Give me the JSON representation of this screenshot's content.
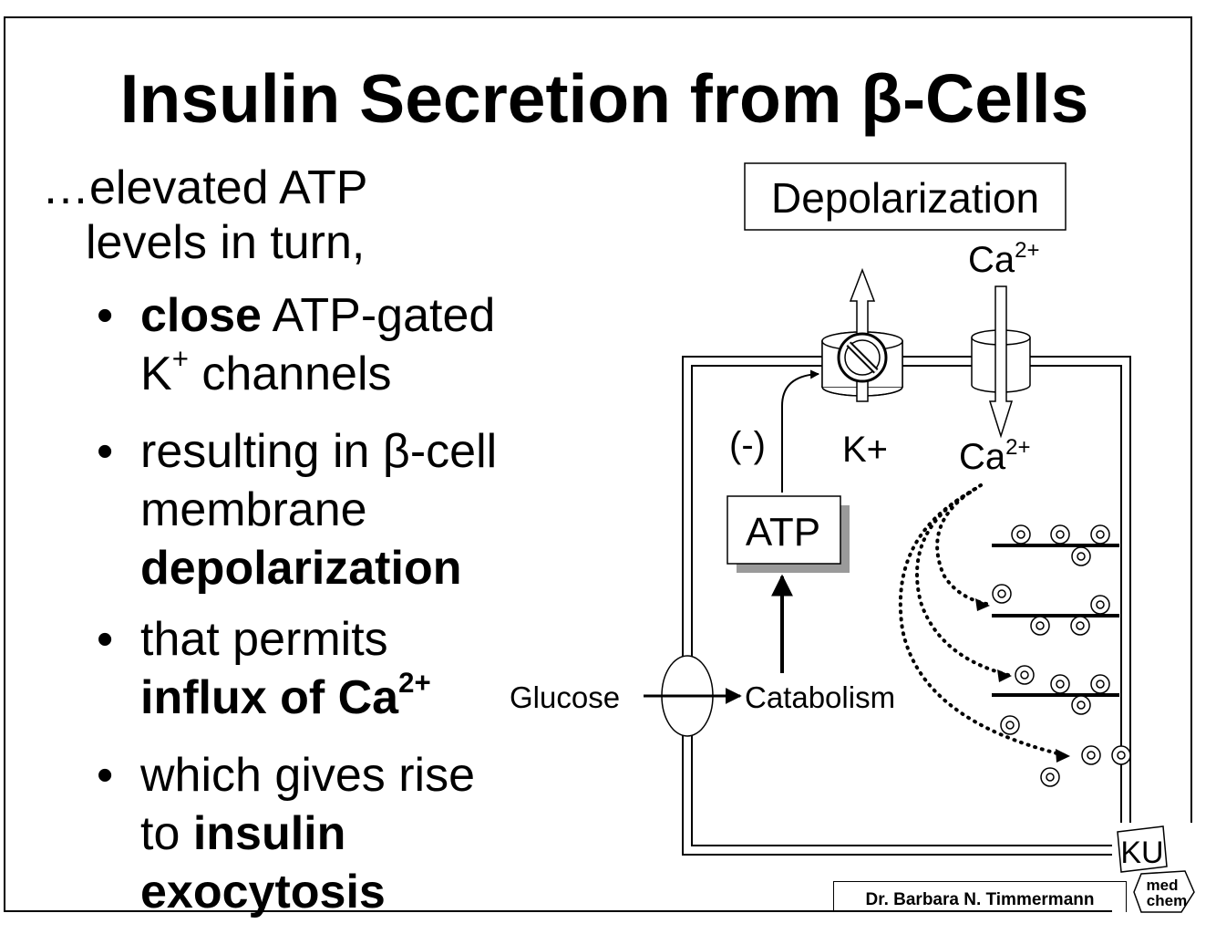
{
  "title": {
    "pre": "Insulin Secretion from ",
    "greek": "β",
    "post": "-Cells"
  },
  "intro": {
    "line1": "…elevated ATP",
    "line2": "levels in turn,"
  },
  "bullets": [
    {
      "b": "close",
      "t1": " ATP-gated",
      "t2a": "K",
      "t2sup": "+",
      "t2b": " channels"
    },
    {
      "t1": "resulting in β-cell",
      "t2": "membrane",
      "b3": "depolarization"
    },
    {
      "t1": "that permits",
      "b2": "influx of Ca",
      "b2sup": "2+"
    },
    {
      "t1": "which gives rise",
      "t2": "to ",
      "b2": "insulin",
      "b3": "exocytosis"
    }
  ],
  "bullet_symbol": "•",
  "diagram": {
    "depolarization_label": "Depolarization",
    "ca_top": "Ca",
    "ca_top_sup": "2+",
    "k_label": "K+",
    "ca_inside": "Ca",
    "ca_inside_sup": "2+",
    "inhibit_label": "(-)",
    "atp_label": "ATP",
    "glucose_label": "Glucose",
    "catabolism_label": "Catabolism"
  },
  "logo": {
    "ku": "KU",
    "med": "med",
    "chem": "chem"
  },
  "credit": "Dr. Barbara N. Timmermann"
}
